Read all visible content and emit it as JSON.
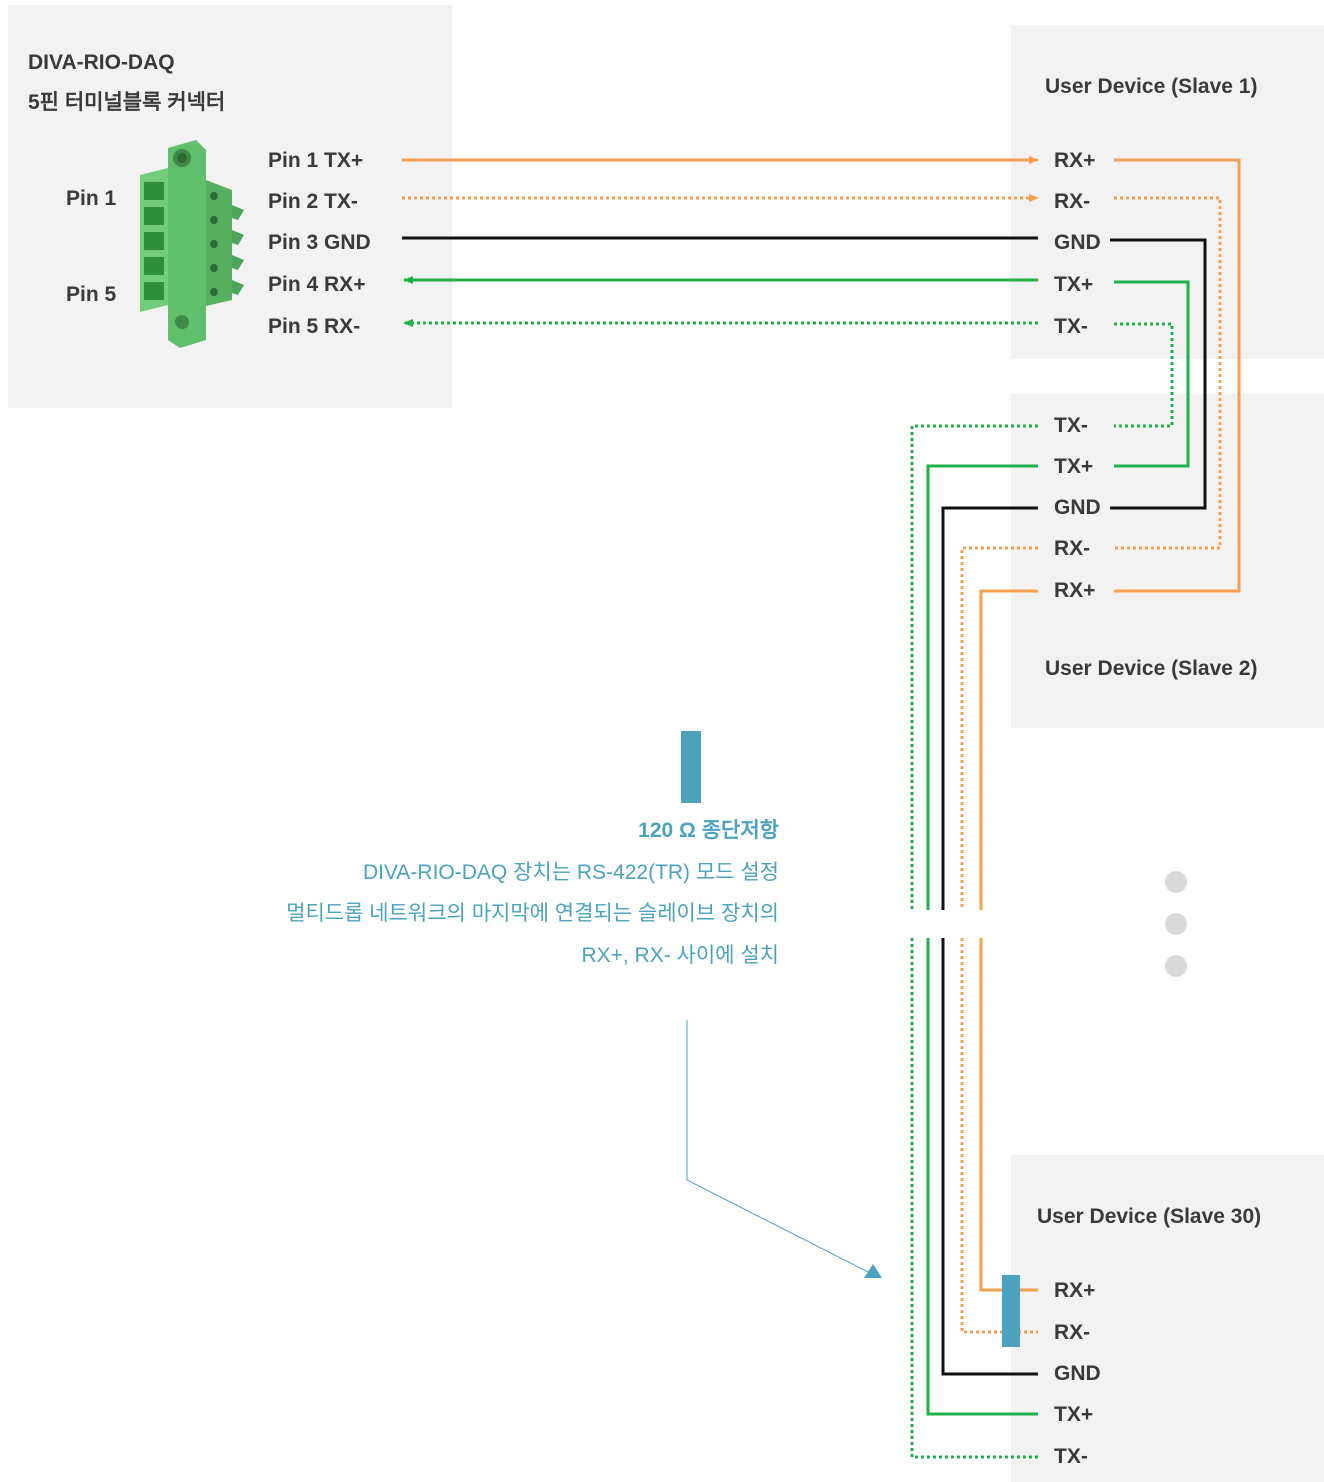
{
  "controller": {
    "title": "DIVA-RIO-DAQ",
    "subtitle": "5핀 터미널블록 커넥터",
    "pin_first": "Pin 1",
    "pin_last": "Pin 5",
    "pins": [
      "Pin 1 TX+",
      "Pin 2 TX-",
      "Pin 3 GND",
      "Pin 4 RX+",
      "Pin 5 RX-"
    ]
  },
  "slave1": {
    "title": "User Device (Slave 1)",
    "pins": [
      "RX+",
      "RX-",
      "GND",
      "TX+",
      "TX-"
    ]
  },
  "slave2": {
    "title": "User Device (Slave 2)",
    "pins": [
      "TX-",
      "TX+",
      "GND",
      "RX-",
      "RX+"
    ]
  },
  "slave30": {
    "title": "User Device (Slave 30)",
    "pins": [
      "RX+",
      "RX-",
      "GND",
      "TX+",
      "TX-"
    ]
  },
  "note": {
    "title": "120 Ω 종단저항",
    "lines": [
      "DIVA-RIO-DAQ 장치는 RS-422(TR) 모드 설정",
      "멀티드롭 네트워크의 마지막에 연결되는 슬레이브 장치의",
      "RX+, RX- 사이에 설치"
    ]
  },
  "colors": {
    "tx": "#f4a04e",
    "rx": "#1fb04a",
    "gnd": "#111111",
    "resistor": "#4ba3bd",
    "panel": "#f2f2f2"
  }
}
